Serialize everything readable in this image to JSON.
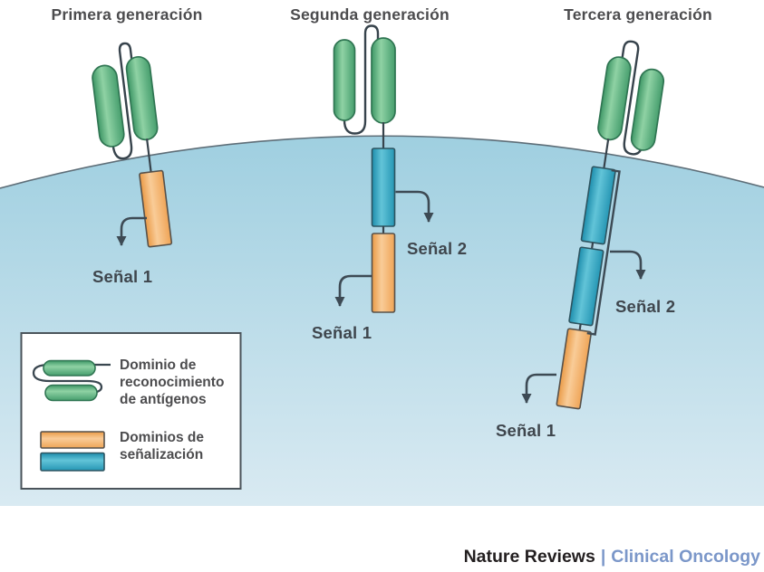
{
  "figure": {
    "generations": [
      {
        "title": "Primera generación",
        "signals": [
          "Señal 1"
        ]
      },
      {
        "title": "Segunda generación",
        "signals": [
          "Señal 1",
          "Señal 2"
        ]
      },
      {
        "title": "Tercera generación",
        "signals": [
          "Señal 1",
          "Señal 2"
        ]
      }
    ],
    "legend": {
      "items": [
        {
          "glyph": "antigen-recognition-domain",
          "label": "Dominio de\nreconocimiento\nde antígenos"
        },
        {
          "glyph": "signaling-domains",
          "label": "Dominios de\nseñalización"
        }
      ]
    },
    "footer": {
      "journal": "Nature Reviews",
      "separator": "|",
      "subjournal": "Clinical Oncology"
    },
    "colors": {
      "antigen_domain_green": "#4aa571",
      "signal_domain_orange": "#f2a85c",
      "signal_domain_blue": "#2ea4c2",
      "membrane_blue_top": "#9fcfe0",
      "membrane_blue_bottom": "#d9eaf2",
      "arrow_slate": "#3d4a54",
      "title_gray": "#4c4c4e",
      "footer_blue": "#7b97c9"
    }
  }
}
